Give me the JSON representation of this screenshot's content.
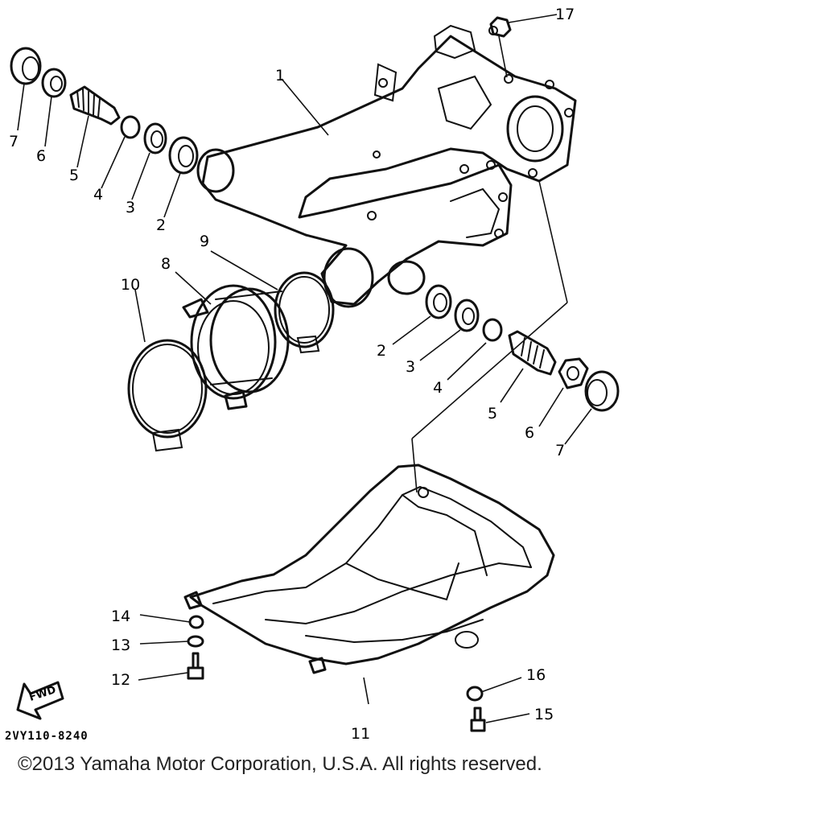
{
  "callouts": [
    {
      "id": "c1",
      "text": "1"
    },
    {
      "id": "c2a",
      "text": "2"
    },
    {
      "id": "c3a",
      "text": "3"
    },
    {
      "id": "c4a",
      "text": "4"
    },
    {
      "id": "c5a",
      "text": "5"
    },
    {
      "id": "c6a",
      "text": "6"
    },
    {
      "id": "c7a",
      "text": "7"
    },
    {
      "id": "c2b",
      "text": "2"
    },
    {
      "id": "c3b",
      "text": "3"
    },
    {
      "id": "c4b",
      "text": "4"
    },
    {
      "id": "c5b",
      "text": "5"
    },
    {
      "id": "c6b",
      "text": "6"
    },
    {
      "id": "c7b",
      "text": "7"
    },
    {
      "id": "c8",
      "text": "8"
    },
    {
      "id": "c9",
      "text": "9"
    },
    {
      "id": "c10",
      "text": "10"
    },
    {
      "id": "c11",
      "text": "11"
    },
    {
      "id": "c12",
      "text": "12"
    },
    {
      "id": "c13",
      "text": "13"
    },
    {
      "id": "c14",
      "text": "14"
    },
    {
      "id": "c15",
      "text": "15"
    },
    {
      "id": "c16",
      "text": "16"
    },
    {
      "id": "c17",
      "text": "17"
    }
  ],
  "fwd_label": "FWD",
  "diagram_code": "2VY110-8240",
  "copyright": "©2013 Yamaha Motor Corporation, U.S.A. All rights reserved."
}
